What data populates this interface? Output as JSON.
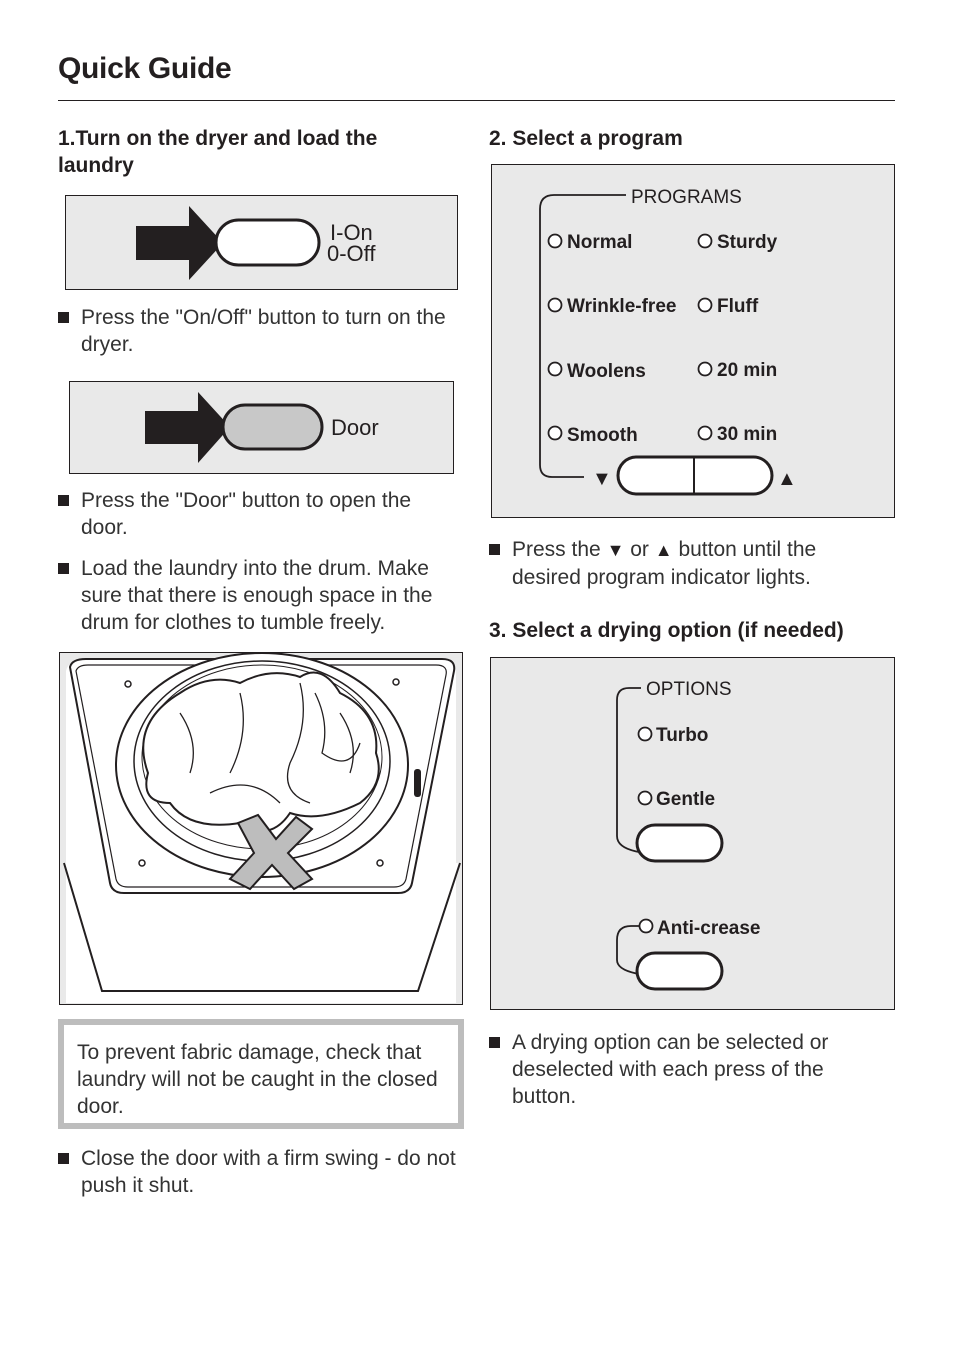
{
  "page": {
    "title": "Quick Guide"
  },
  "step1": {
    "heading": "1.Turn on the dryer and load the laundry",
    "onoff_label_line1": "I-On",
    "onoff_label_line2": "0-Off",
    "bullet_onoff": "Press the \"On/Off\" button to turn on the dryer.",
    "door_label": "Door",
    "bullet_door": "Press the \"Door\" button to open the door.",
    "bullet_load": "Load the laundry into the drum. Make sure that there is enough space in the drum for clothes to tumble freely.",
    "note": "To prevent fabric damage, check that laundry will not be caught in the closed door.",
    "bullet_close": "Close the door with a firm swing - do not push it shut."
  },
  "step2": {
    "heading": "2. Select a program",
    "panel_title": "PROGRAMS",
    "programs_left": [
      "Normal",
      "Wrinkle-free",
      "Woolens",
      "Smooth"
    ],
    "programs_right": [
      "Sturdy",
      "Fluff",
      "20 min",
      "30 min"
    ],
    "down_arrow": "▼",
    "up_arrow": "▲",
    "bullet_select_part1": "Press the",
    "bullet_select_part2": "or",
    "bullet_select_part3": "button until the desired program indicator lights."
  },
  "step3": {
    "heading": "3. Select a drying option (if needed)",
    "panel_title": "OPTIONS",
    "options": [
      "Turbo",
      "Gentle"
    ],
    "anticrease_label": "Anti-crease",
    "bullet_option": "A drying option can be selected or deselected with each press of the button."
  },
  "icons": {
    "pointer": "arrow-right-icon",
    "indicator": "indicator-light-icon",
    "cross": "x-mark-icon"
  },
  "colors": {
    "text": "#231f20",
    "panel_bg": "#e9e9e9",
    "note_border": "#bdbdbd",
    "door_button_fill": "#c8c8c8"
  }
}
